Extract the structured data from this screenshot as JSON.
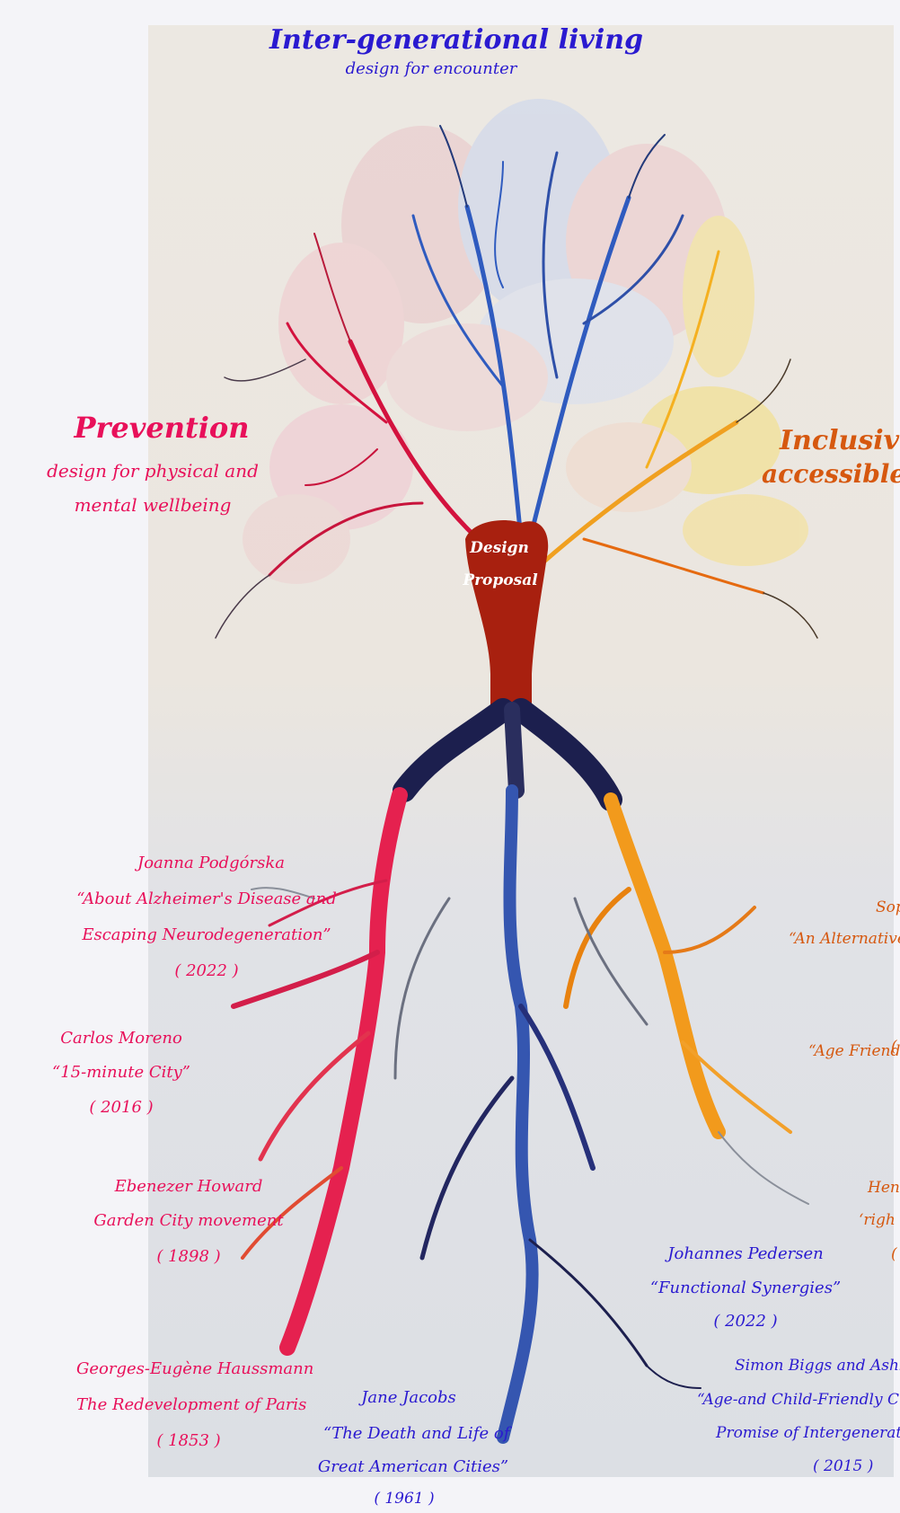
{
  "colors": {
    "page_bg": "#f4f4f8",
    "paper": "#ece8e2",
    "paper_low": "#dfe1e6",
    "pink": "#e8105a",
    "blue": "#2a1ad0",
    "orange": "#d6580f",
    "trunk": "#a8200f",
    "navy": "#1c1f4e"
  },
  "icons": [
    "tree-root-illustration"
  ],
  "header": {
    "title": "Inter-generational living",
    "subtitle": "design for encounter"
  },
  "branches": {
    "prevention": {
      "title": "Prevention",
      "subtitle_line1": "design for physical and",
      "subtitle_line2": "mental wellbeing"
    },
    "inclusive": {
      "title_line1": "Inclusive",
      "title_line2": "accessible d"
    },
    "center": {
      "line1": "Design",
      "line2": "Proposal"
    }
  },
  "references_left": [
    {
      "author": "Joanna Podgórska",
      "title1": "“About Alzheimer's Disease and",
      "title2": "Escaping Neurodegeneration”",
      "year": "( 2022 )"
    },
    {
      "author": "Carlos Moreno",
      "title1": "“15-minute City”",
      "title2": "",
      "year": "( 2016 )"
    },
    {
      "author": "Ebenezer Howard",
      "title1": "Garden City movement",
      "title2": "",
      "year": "( 1898 )"
    },
    {
      "author": "Georges-Eugène Haussmann",
      "title1": "The Redevelopment of Paris",
      "title2": "",
      "year": "( 1853 )"
    }
  ],
  "references_center": [
    {
      "author": "Jane Jacobs",
      "title1": "“The Death and Life of",
      "title2": "Great American Cities”",
      "year": "( 1961 )"
    },
    {
      "author": "Johannes Pedersen",
      "title1": "“Functional Synergies”",
      "title2": "",
      "year": "( 2022 )"
    }
  ],
  "references_right": [
    {
      "author": "Soph",
      "title1": "“An Alternative",
      "title2": "",
      "year": ""
    },
    {
      "author": "(",
      "title1": "“Age Friendl",
      "title2": "",
      "year": ""
    },
    {
      "author": "Hen",
      "title1": "‘righ",
      "title2": "",
      "year": "("
    },
    {
      "author": "Simon Biggs and Ashle",
      "title1": "“Age-and Child-Friendly C",
      "title2": "Promise of Intergeneration",
      "year": "( 2015 )"
    }
  ]
}
